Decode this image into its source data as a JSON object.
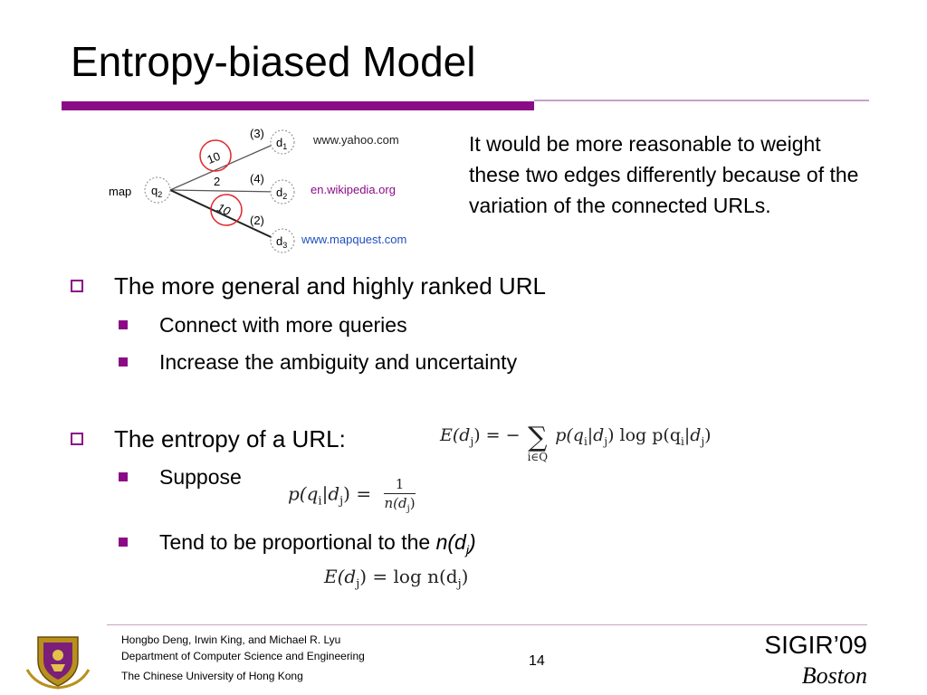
{
  "slide": {
    "title": "Entropy-biased Model",
    "page_number": "14"
  },
  "graph": {
    "query_label": "map",
    "query_node": "q",
    "query_node_sub": "2",
    "docs": [
      {
        "node": "d",
        "sub": "1",
        "count": "(3)",
        "url": "www.yahoo.com",
        "url_color": "#222222"
      },
      {
        "node": "d",
        "sub": "2",
        "count": "(4)",
        "url": "en.wikipedia.org",
        "url_color": "#8b0b87"
      },
      {
        "node": "d",
        "sub": "3",
        "count": "(2)",
        "url": "www.mapquest.com",
        "url_color": "#1f4fbf"
      }
    ],
    "edge_weights": [
      "10",
      "2",
      "10"
    ],
    "highlight_color": "#e0262b"
  },
  "callout": "It would be more reasonable to weight these two edges differently because of the variation of the connected URLs.",
  "bullets": {
    "b1": "The more general and highly ranked URL",
    "b1_sub1": "Connect with more queries",
    "b1_sub2": "Increase the ambiguity and uncertainty",
    "b2": "The entropy of a URL:",
    "b2_sub1": "Suppose",
    "b2_sub2": "Tend to be proportional to the ",
    "b2_sub2_italic": "n(d",
    "b2_sub2_sub": "j",
    "b2_sub2_close": ")"
  },
  "formulas": {
    "entropy": {
      "lhs": "E(d",
      "lhs_sub": "j",
      "lhs_close": ") = −",
      "sum": "∑",
      "sum_under": "i∈Q",
      "body": "p(q",
      "body_sub1": "i",
      "body_mid": "|d",
      "body_sub2": "j",
      "body_mid2": ") log p(q",
      "body_sub3": "i",
      "body_mid3": "|d",
      "body_sub4": "j",
      "body_close": ")"
    },
    "suppose": {
      "lhs": "p(q",
      "sub1": "i",
      "mid": "|d",
      "sub2": "j",
      "close": ") =",
      "num": "1",
      "den": "n(d",
      "den_sub": "j",
      "den_close": ")"
    },
    "result": {
      "lhs": "E(d",
      "sub1": "j",
      "mid": ") = log n(d",
      "sub2": "j",
      "close": ")"
    }
  },
  "footer": {
    "authors": "Hongbo Deng, Irwin King, and Michael R. Lyu",
    "department": "Department of Computer Science and Engineering",
    "university": "The Chinese University of Hong Kong",
    "conference": "SIGIR’09",
    "city": "Boston"
  },
  "colors": {
    "accent": "#8b0b87"
  }
}
